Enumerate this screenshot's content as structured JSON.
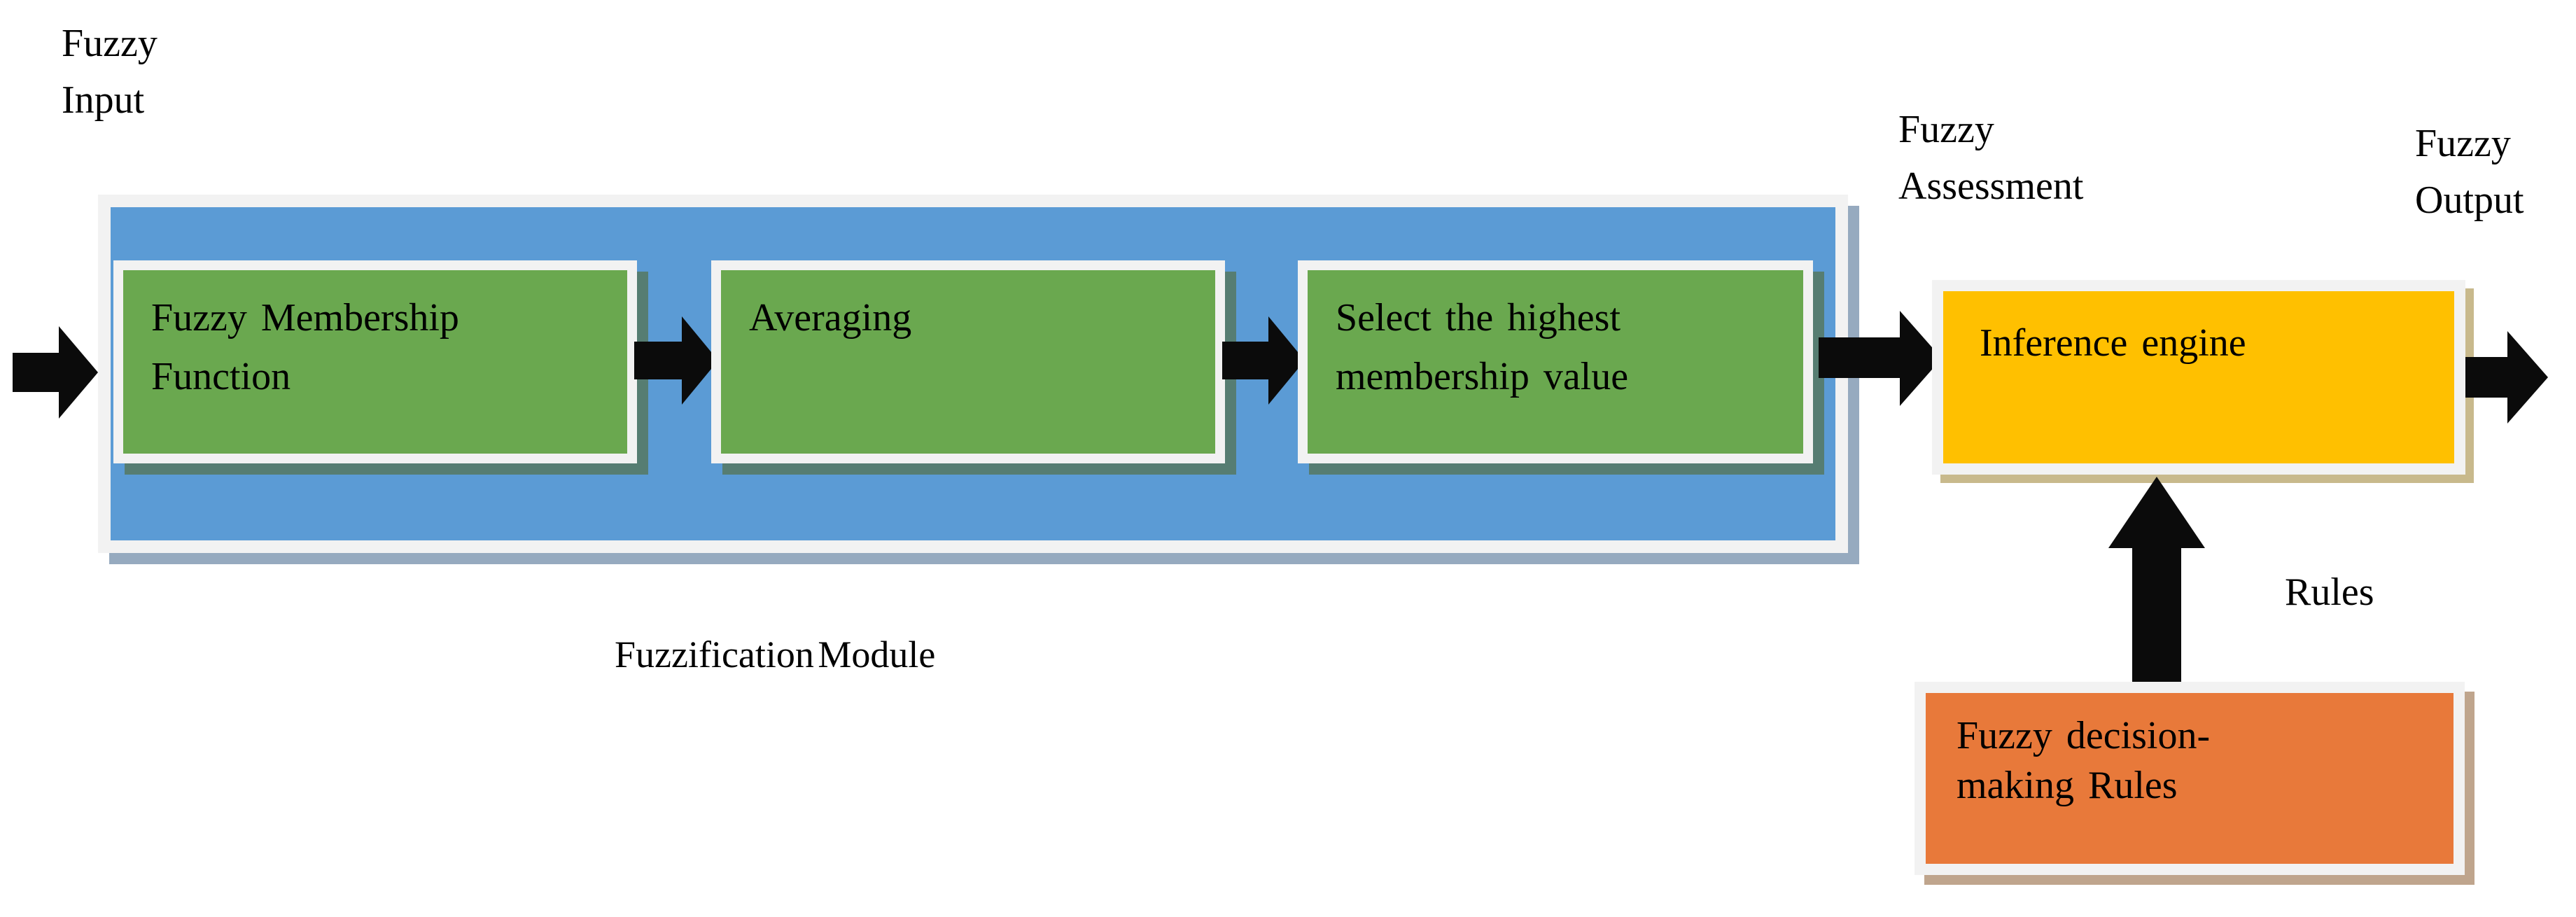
{
  "colors": {
    "container_blue": "#5b9bd5",
    "process_green": "#6aa84f",
    "inference_gold": "#ffc000",
    "rules_orange": "#e8793a",
    "frame_white": "#f2f2f2",
    "arrow_black": "#0b0b0b",
    "shadow_slate": "#96aabf",
    "shadow_teal": "#567d72",
    "shadow_tan": "#c8b98c",
    "shadow_brown": "#bfa58d"
  },
  "labels": {
    "fuzzy_input": {
      "line1": "Fuzzy",
      "line2": "Input"
    },
    "fuzzy_assessment": {
      "line1": "Fuzzy",
      "line2": "Assessment"
    },
    "fuzzy_output": {
      "line1": "Fuzzy",
      "line2": "Output"
    },
    "fuzzification_module": "Fuzzification Module",
    "rules": "Rules"
  },
  "boxes": {
    "membership": {
      "label": "Fuzzy Membership Function"
    },
    "averaging": {
      "label": "Averaging"
    },
    "select_highest": {
      "label": "Select the highest membership value"
    },
    "inference": {
      "label": "Inference engine"
    },
    "decision": {
      "line1": "Fuzzy decision-",
      "line2": "making Rules"
    }
  },
  "icons": [
    "input-flow-arrow-icon",
    "membership-to-averaging-arrow-icon",
    "averaging-to-select-arrow-icon",
    "fuzzification-to-inference-arrow-icon",
    "inference-to-output-arrow-icon",
    "rules-to-inference-arrow-icon"
  ]
}
